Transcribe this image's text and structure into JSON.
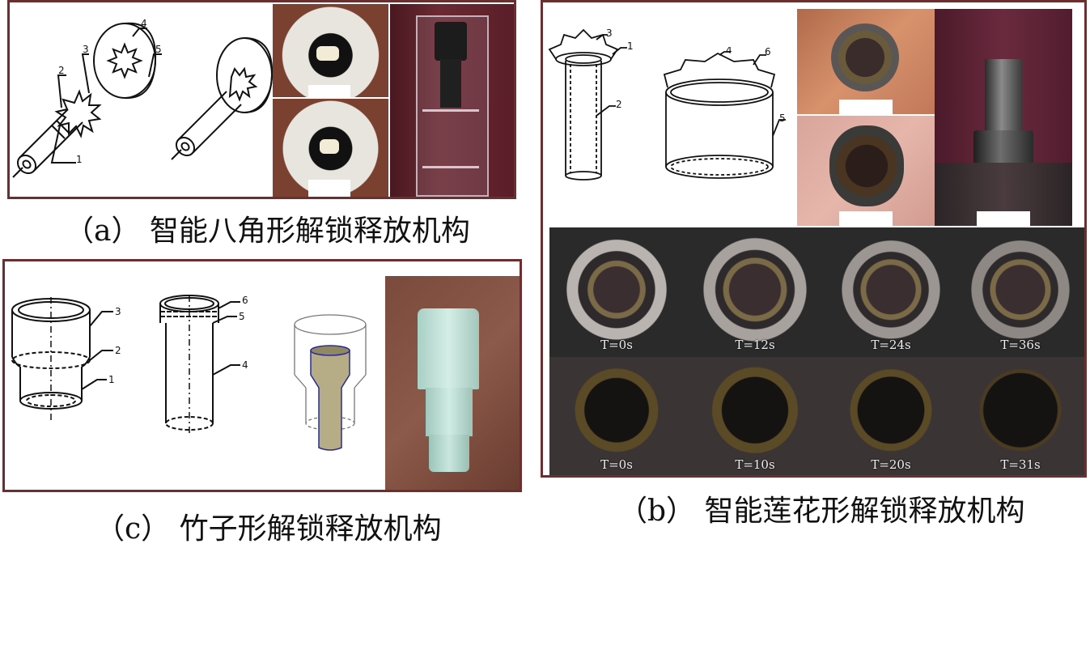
{
  "captions": {
    "a": "（a）  智能八角形解锁释放机构",
    "b": "（b）  智能莲花形解锁释放机构",
    "c": "（c）  竹子形解锁释放机构"
  },
  "part_numbers_a": [
    "1",
    "2",
    "3",
    "4",
    "5"
  ],
  "part_numbers_b": [
    "1",
    "2",
    "3",
    "4",
    "5",
    "6"
  ],
  "part_numbers_c": [
    "1",
    "2",
    "3",
    "4",
    "5",
    "6"
  ],
  "time_labels_top": [
    "T=0s",
    "T=12s",
    "T=24s",
    "T=36s"
  ],
  "time_labels_bottom": [
    "T=0s",
    "T=10s",
    "T=20s",
    "T=31s"
  ],
  "colors": {
    "frame": "#6b2f2f",
    "photo_dark": "#2a2224",
    "photo_brown": "#6a3d2c",
    "photo_pink": "#d8a59a",
    "photo_maroon": "#5e2130"
  }
}
